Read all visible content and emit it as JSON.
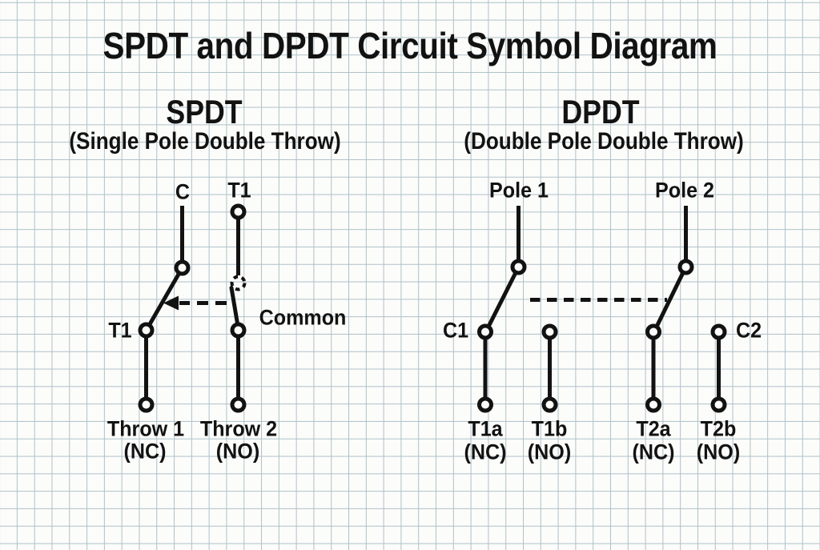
{
  "title": "SPDT and DPDT Circuit Symbol Diagram",
  "colors": {
    "ink": "#121212",
    "grid_line": "#aec1ca",
    "paper": "#fcfcfa"
  },
  "spdt": {
    "heading": "SPDT",
    "subtitle": "(Single Pole Double Throw)",
    "labels": {
      "c_top": "C",
      "t1_top": "T1",
      "t1_left": "T1",
      "common_note": "Common",
      "throw1": "Throw 1",
      "throw1_state": "(NC)",
      "throw2": "Throw 2",
      "throw2_state": "(NO)"
    }
  },
  "dpdt": {
    "heading": "DPDT",
    "subtitle": "(Double Pole Double Throw)",
    "labels": {
      "pole1": "Pole 1",
      "pole2": "Pole 2",
      "c1": "C1",
      "c2": "C2",
      "t1a": "T1a",
      "t1a_state": "(NC)",
      "t1b": "T1b",
      "t1b_state": "(NO)",
      "t2a": "T2a",
      "t2a_state": "(NC)",
      "t2b": "T2b",
      "t2b_state": "(NO)"
    }
  }
}
